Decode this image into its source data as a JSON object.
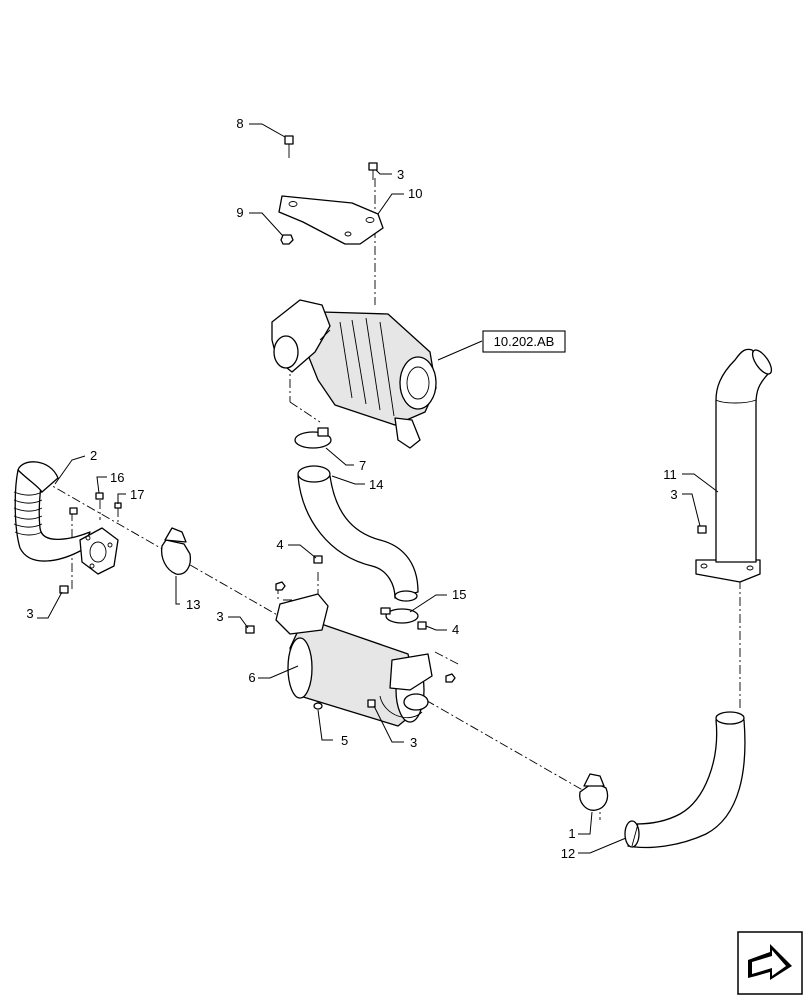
{
  "callouts": {
    "c8": "8",
    "c3_top": "3",
    "c10": "10",
    "c9": "9",
    "c7": "7",
    "c14": "14",
    "c2": "2",
    "c16": "16",
    "c17": "17",
    "c3_left": "3",
    "c13": "13",
    "c4_upper": "4",
    "c3_mid": "3",
    "c15": "15",
    "c4_right": "4",
    "c6": "6",
    "c5": "5",
    "c3_bottom": "3",
    "c11": "11",
    "c3_right": "3",
    "c1": "1",
    "c12": "12"
  },
  "reference_box": {
    "label": "10.202.AB"
  },
  "icons": {
    "navigation": "arrow-navigation-icon"
  }
}
